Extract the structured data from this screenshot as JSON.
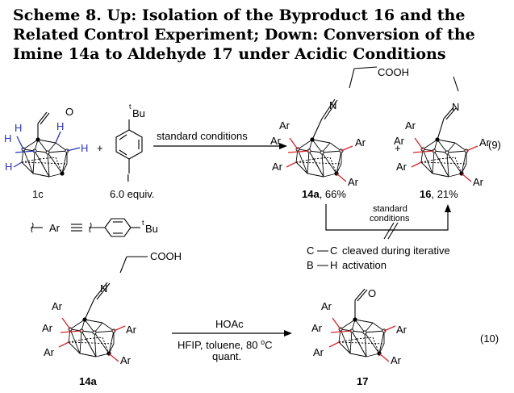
{
  "title": {
    "line1": "Scheme 8. Up: Isolation of the Byproduct 16 and the",
    "line2": "Related Control Experiment; Down: Conversion of the",
    "line3": "Imine 14a to Aldehyde 17 under Acidic Conditions"
  },
  "scheme_top": {
    "oxygen": "O",
    "hydrogen": "H",
    "aryl": "Ar",
    "tbu_t": "t",
    "tbu_bu": "Bu",
    "iodo": "I",
    "plus": "+",
    "nitrogen": "N",
    "cooh": "COOH",
    "condition": "standard conditions",
    "eq_number": "(9)",
    "label_1c": "1c",
    "label_equiv": "6.0 equiv.",
    "cmpd_14a": "14a",
    "yield_14a": ", 66%",
    "cmpd_16": "16",
    "yield_16": ", 21%",
    "std_line1": "standard",
    "std_line2": "conditions",
    "bond_c": "C",
    "bond_b": "B",
    "bond_h": "H",
    "cleave_text": "cleaved during iterative",
    "activation_text": "activation",
    "legend_ar": "Ar"
  },
  "scheme_bottom": {
    "reagent": "HOAc",
    "conditions": "HFIP, toluene, 80 °C",
    "conditions_prefix": "HFIP,  toluene, 80 ",
    "degree_o": "o",
    "conditions_c": "C",
    "quant": "quant.",
    "eq_number": "(10)",
    "cmpd_14a": "14a",
    "cmpd_17": "17"
  }
}
